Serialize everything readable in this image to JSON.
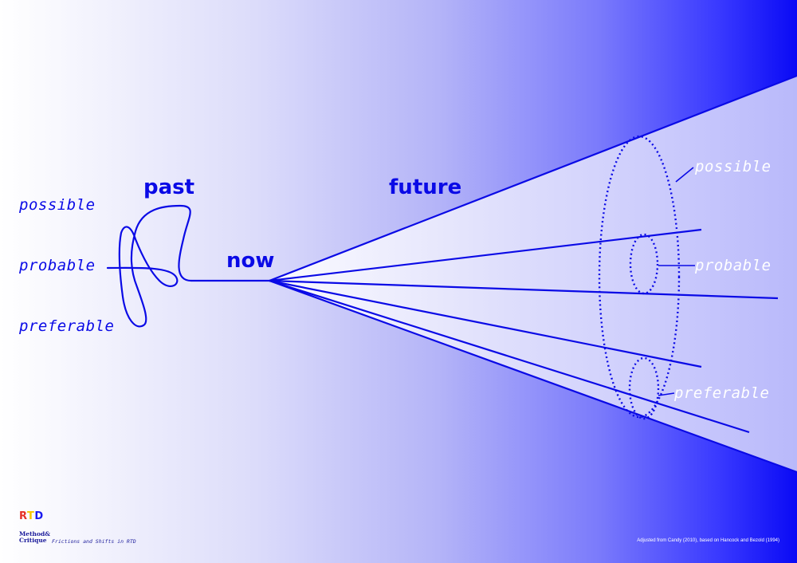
{
  "colors": {
    "primary": "#0a0ae6",
    "gradient_start": "#ffffff",
    "gradient_end": "#0a0af5",
    "logo_red": "#e53127",
    "logo_yellow": "#f7c600",
    "logo_blue": "#1a1af0"
  },
  "diagram": {
    "past_label": "past",
    "now_label": "now",
    "future_label": "future",
    "past_categories": {
      "possible": "possible",
      "probable": "probable",
      "preferable": "preferable"
    },
    "future_categories": {
      "possible": "possible",
      "probable": "probable",
      "preferable": "preferable"
    }
  },
  "footer": {
    "credit": "Adjusted from Candy (2010), based on Hancock and Bezold (1994)"
  },
  "logo": {
    "rtd_r": "R",
    "rtd_t": "T",
    "rtd_d": "D",
    "method": "Method&",
    "critique": "Critique",
    "subtitle": "Frictions and Shifts in RTD"
  }
}
